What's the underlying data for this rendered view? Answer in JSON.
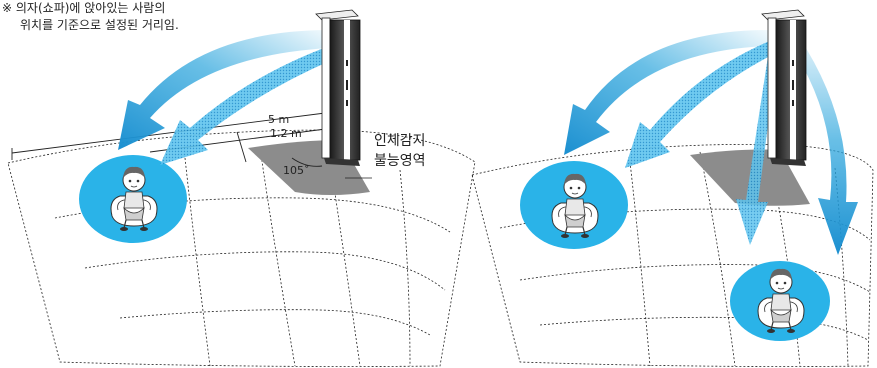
{
  "note": {
    "mark": "※",
    "line1": "의자(쇼파)에 앉아있는 사람의",
    "line2": "위치를 기준으로 설정된 거리임."
  },
  "labels": {
    "distance_far": "5 m",
    "distance_near": "1.2 m",
    "angle": "105˚",
    "dead_zone_line1": "인체감지",
    "dead_zone_line2": "불능영역"
  },
  "colors": {
    "zone": "#2ab3e8",
    "arrow": "#29a4dc",
    "dead_zone": "#8c8c8c",
    "tower": "#2a2a2a"
  },
  "panels": [
    {
      "id": "left",
      "persons": 1
    },
    {
      "id": "right",
      "persons": 2
    }
  ]
}
